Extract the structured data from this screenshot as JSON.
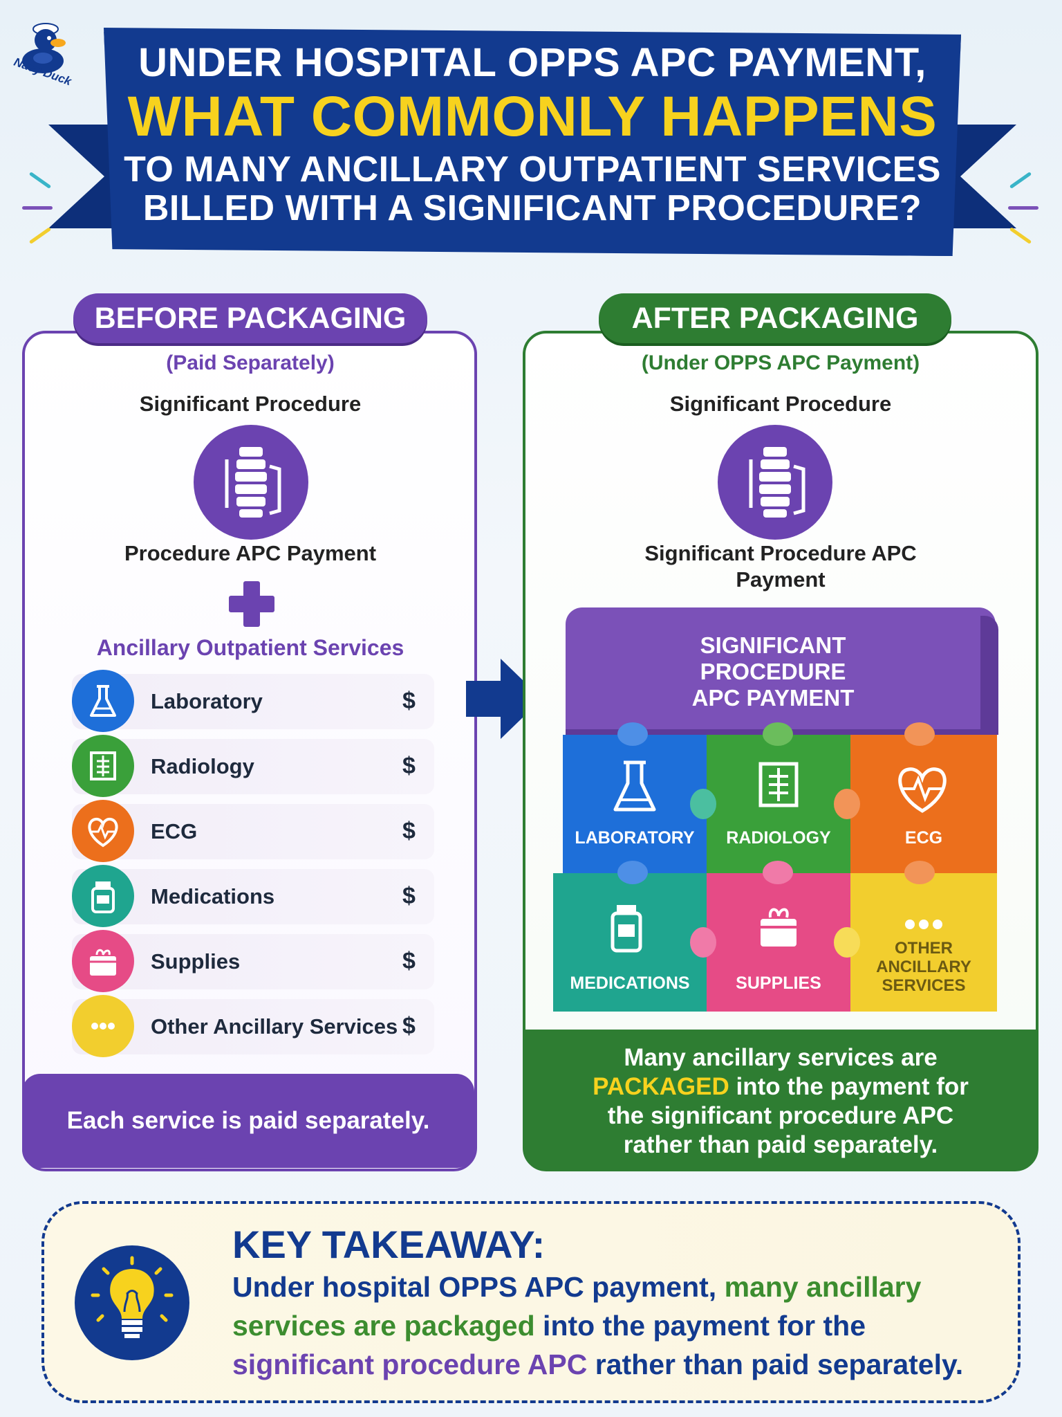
{
  "logo": {
    "text": "Navy Duck"
  },
  "header": {
    "line1": "UNDER HOSPITAL OPPS APC PAYMENT,",
    "line2": "WHAT COMMONLY HAPPENS",
    "line3": "TO MANY ANCILLARY OUTPATIENT SERVICES",
    "line4": "BILLED WITH A SIGNIFICANT PROCEDURE?"
  },
  "before": {
    "title": "BEFORE PACKAGING",
    "subtitle": "(Paid Separately)",
    "procedure_label": "Significant Procedure",
    "payment_label": "Procedure APC Payment",
    "ancillary_title": "Ancillary Outpatient Services",
    "services": [
      {
        "label": "Laboratory",
        "price": "$",
        "icon": "flask-icon",
        "color": "#1e6fd9"
      },
      {
        "label": "Radiology",
        "price": "$",
        "icon": "xray-icon",
        "color": "#3aa03a"
      },
      {
        "label": "ECG",
        "price": "$",
        "icon": "heart-pulse-icon",
        "color": "#ec6f1c"
      },
      {
        "label": "Medications",
        "price": "$",
        "icon": "pill-bottle-icon",
        "color": "#1fa58f"
      },
      {
        "label": "Supplies",
        "price": "$",
        "icon": "supply-box-icon",
        "color": "#e64b86"
      },
      {
        "label": "Other Ancillary Services",
        "price": "$",
        "icon": "ellipsis-icon",
        "color": "#f2ce2e"
      }
    ],
    "footer": "Each service is paid separately."
  },
  "after": {
    "title": "AFTER PACKAGING",
    "subtitle": "(Under OPPS APC Payment)",
    "procedure_label": "Significant Procedure",
    "payment_label_1": "Significant Procedure APC",
    "payment_label_2": "Payment",
    "puzzle_top": [
      "SIGNIFICANT",
      "PROCEDURE",
      "APC PAYMENT"
    ],
    "pieces": [
      {
        "label": "LABORATORY",
        "color": "#1e6fd9",
        "icon": "flask-icon"
      },
      {
        "label": "RADIOLOGY",
        "color": "#3aa03a",
        "icon": "xray-icon"
      },
      {
        "label": "ECG",
        "color": "#ec6f1c",
        "icon": "heart-pulse-icon"
      },
      {
        "label": "MEDICATIONS",
        "color": "#1fa58f",
        "icon": "pill-bottle-icon"
      },
      {
        "label": "SUPPLIES",
        "color": "#e64b86",
        "icon": "supply-box-icon"
      },
      {
        "label": "OTHER ANCILLARY SERVICES",
        "color": "#f2ce2e",
        "icon": "ellipsis-icon"
      }
    ],
    "footer_1": "Many ancillary services are",
    "footer_hl": "PACKAGED",
    "footer_2": " into the payment for",
    "footer_3": "the significant procedure APC",
    "footer_4": "rather than paid separately."
  },
  "takeaway": {
    "title": "KEY TAKEAWAY:",
    "t1": "Under hospital OPPS APC payment, ",
    "t2": "many ancillary services are packaged",
    "t3": " into the payment for the ",
    "t4": "significant procedure APC",
    "t5": " rather than paid separately."
  },
  "colors": {
    "navy": "#123a8f",
    "purple": "#6b43b0",
    "green": "#2e7d32",
    "yellow": "#f7d21e"
  }
}
